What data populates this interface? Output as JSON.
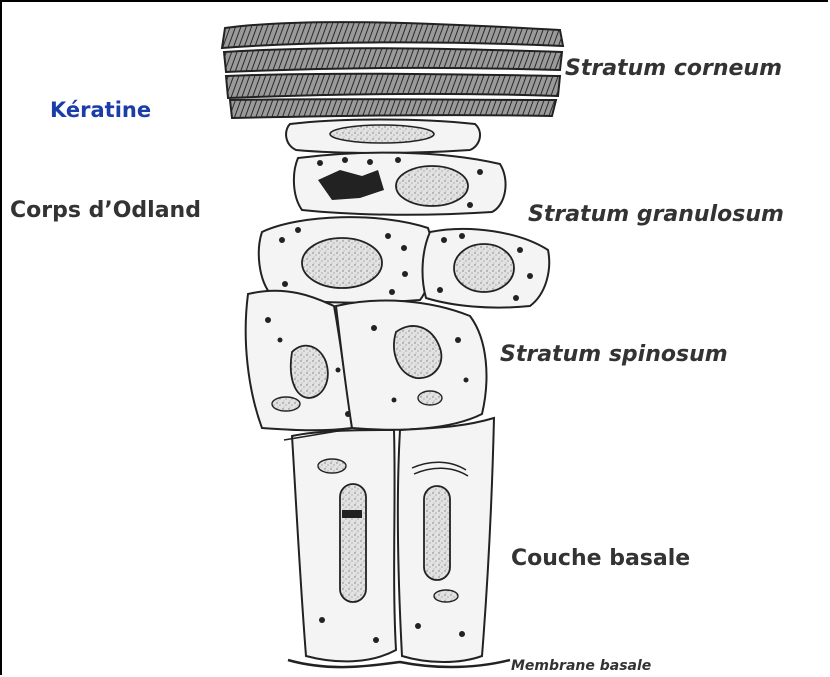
{
  "labels": {
    "keratine": "Kératine",
    "stratum_corneum": "Stratum corneum",
    "corps_odland": "Corps d’Odland",
    "stratum_granulosum": "Stratum granulosum",
    "stratum_spinosum": "Stratum spinosum",
    "couche_basale": "Couche basale",
    "membrane_basale": "Membrane basale"
  },
  "colors": {
    "label_text": "#333333",
    "keratine_text": "#1a3da8",
    "ink": "#222222",
    "cell_fill": "#f4f4f4",
    "nucleus_fill": "#d9d9d9"
  }
}
